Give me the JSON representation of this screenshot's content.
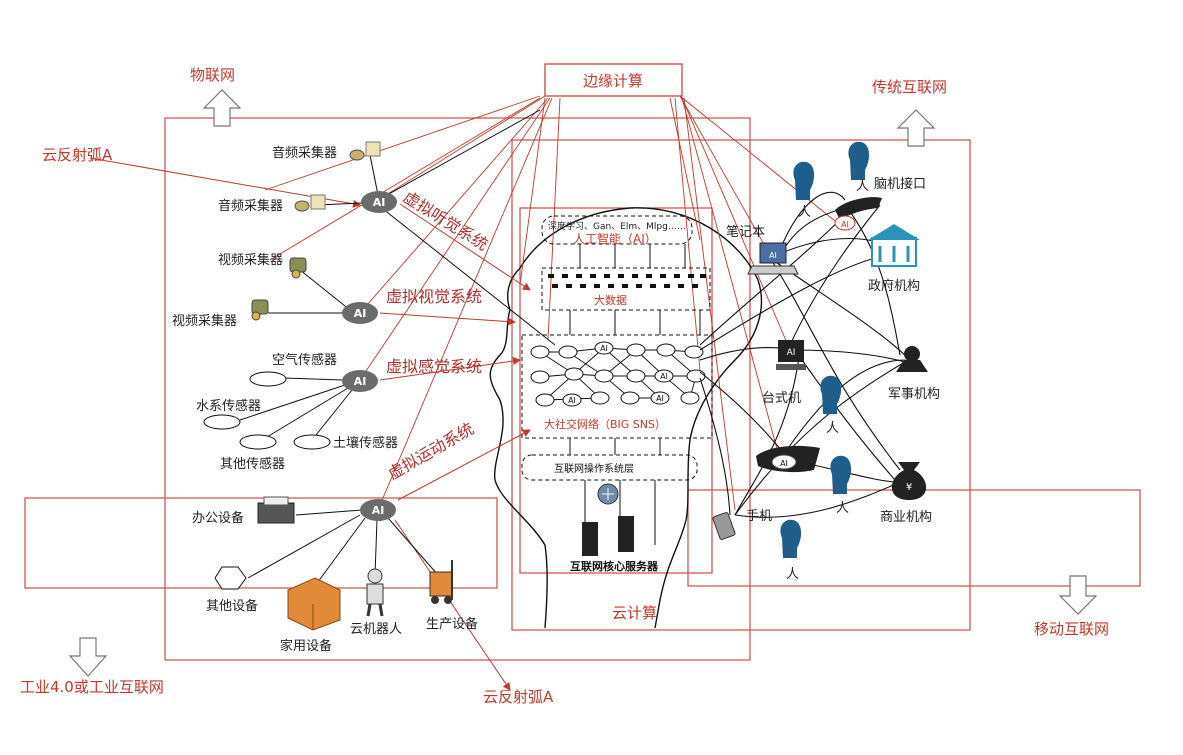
{
  "labels": {
    "iot": "物联网",
    "edge": "边缘计算",
    "traditional_internet": "传统互联网",
    "cloud_reflex_a_top": "云反射弧A",
    "cloud_reflex_a_bottom": "云反射弧A",
    "audio_collector_1": "音频采集器",
    "audio_collector_2": "音频采集器",
    "video_collector_1": "视频采集器",
    "video_collector_2": "视频采集器",
    "air_sensor": "空气传感器",
    "water_sensor": "水系传感器",
    "soil_sensor": "土壤传感器",
    "other_sensor": "其他传感器",
    "office_equipment": "办公设备",
    "other_equipment": "其他设备",
    "household_equipment": "家用设备",
    "cloud_robot": "云机器人",
    "production_equipment": "生产设备",
    "industry_40": "工业4.0或工业互联网",
    "cloud_computing": "云计算",
    "mobile_internet": "移动互联网",
    "virtual_hearing": "虚拟听觉系统",
    "virtual_vision": "虚拟视觉系统",
    "virtual_sensation": "虚拟感觉系统",
    "virtual_motion": "虚拟运动系统",
    "deep_learning": "深度学习、Gan、Elm、Mlpg……",
    "ai_layer": "人工智能（AI）",
    "big_data": "大数据",
    "big_sns": "大社交网络（BIG SNS）",
    "os_layer": "互联网操作系统层",
    "core_server": "互联网核心服务器",
    "laptop": "笔记本",
    "brain_interface": "脑机接口",
    "government": "政府机构",
    "military": "军事机构",
    "desktop": "台式机",
    "business": "商业机构",
    "mobile_phone": "手机",
    "person": "人",
    "ai": "AI"
  },
  "colors": {
    "red": "#c0392b",
    "frame_red": "#d04a4a",
    "node_gray": "#6b6b6b"
  }
}
